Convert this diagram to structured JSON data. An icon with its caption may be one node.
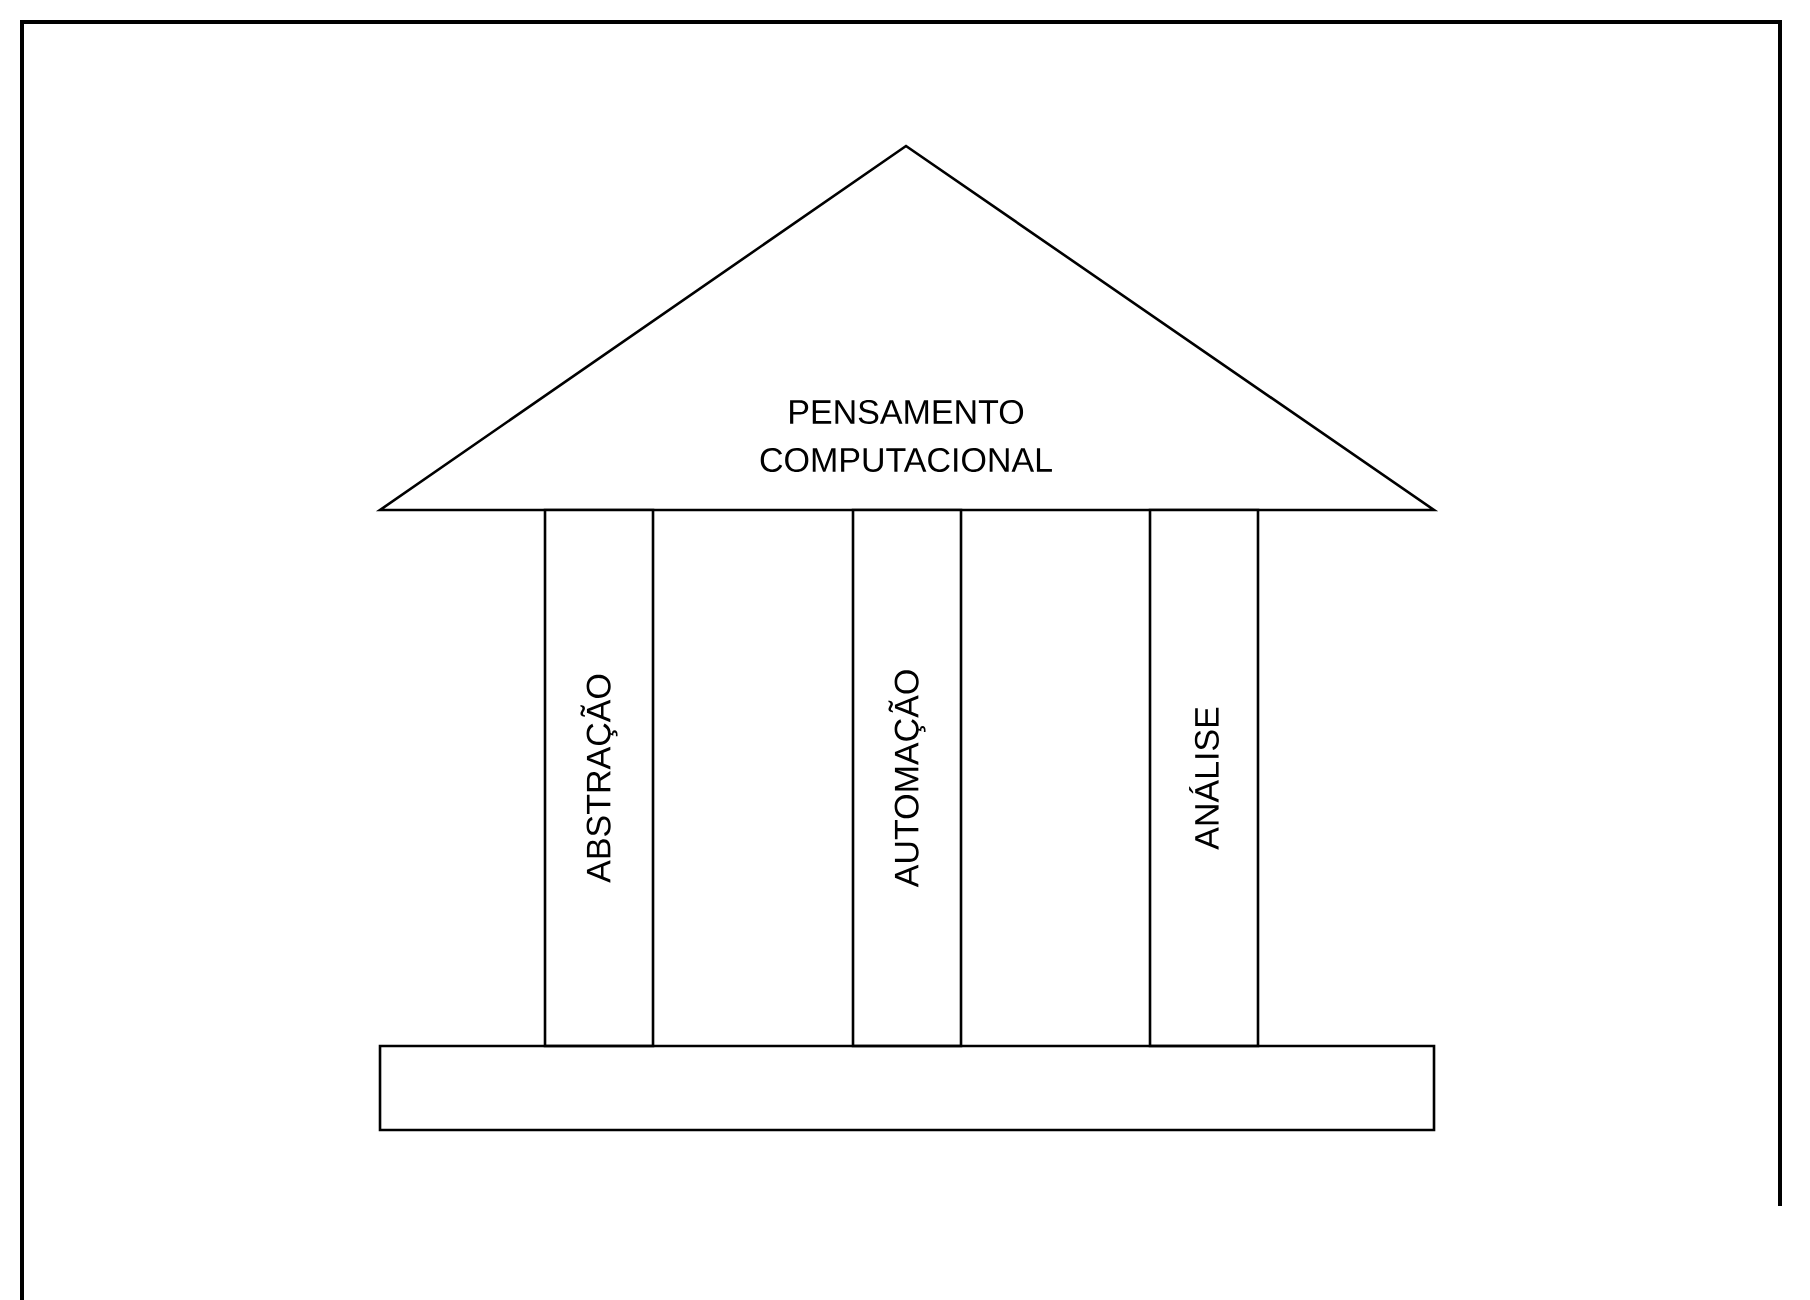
{
  "diagram": {
    "nodes": [
      {
        "text": [
          "PENSAMENTO COMPUTACIONAL"
        ]
      },
      {
        "text": [
          "ABSTRAÇÃO"
        ]
      },
      {
        "text": [
          "AUTOMAÇÃO"
        ]
      },
      {
        "text": [
          "ANÁLISE"
        ]
      },
      {
        "text": [],
        "shape": "box"
      }
    ]
  }
}
